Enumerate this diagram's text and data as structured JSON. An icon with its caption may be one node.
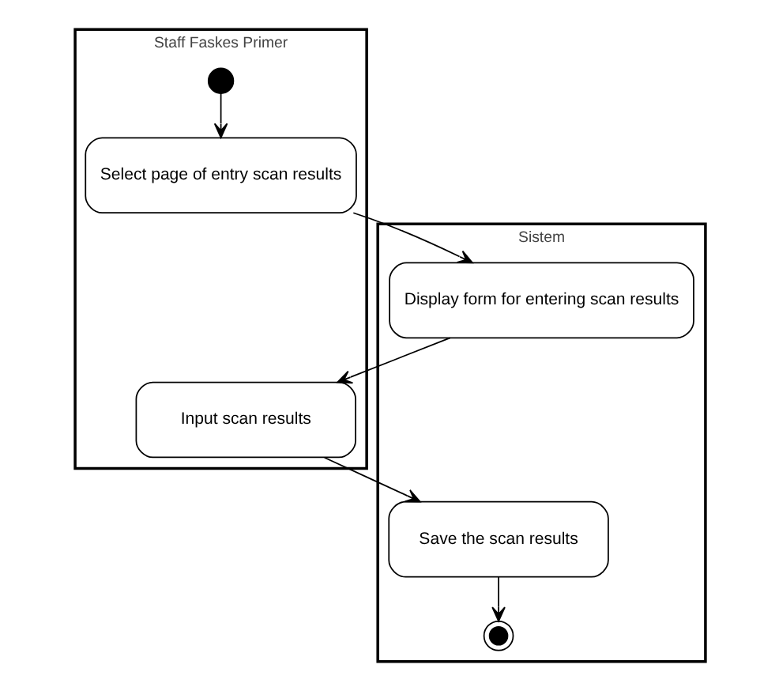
{
  "diagram": {
    "nodes": [
      {
        "text": [
          "Staff Faskes Primer"
        ]
      },
      {
        "text": [
          "Sistem"
        ]
      },
      {
        "text": [],
        "shape": "circle",
        "in": 0
      },
      {
        "text": [
          "Select page of entry scan results"
        ],
        "in": 0
      },
      {
        "text": [
          "Display form for entering scan results"
        ],
        "in": 1
      },
      {
        "text": [
          "Input scan results"
        ],
        "in": 0
      },
      {
        "text": [
          "Save the scan results"
        ],
        "in": 1
      },
      {
        "text": [],
        "shape": "circle",
        "in": 1
      }
    ],
    "edges": [
      {
        "from": 2,
        "to": 3,
        "arrow": "to"
      },
      {
        "from": 3,
        "to": 4,
        "arrow": "to"
      },
      {
        "from": 4,
        "to": 5,
        "arrow": "to"
      },
      {
        "from": 5,
        "to": 6,
        "arrow": "to"
      },
      {
        "from": 6,
        "to": 7,
        "arrow": "to"
      }
    ]
  }
}
